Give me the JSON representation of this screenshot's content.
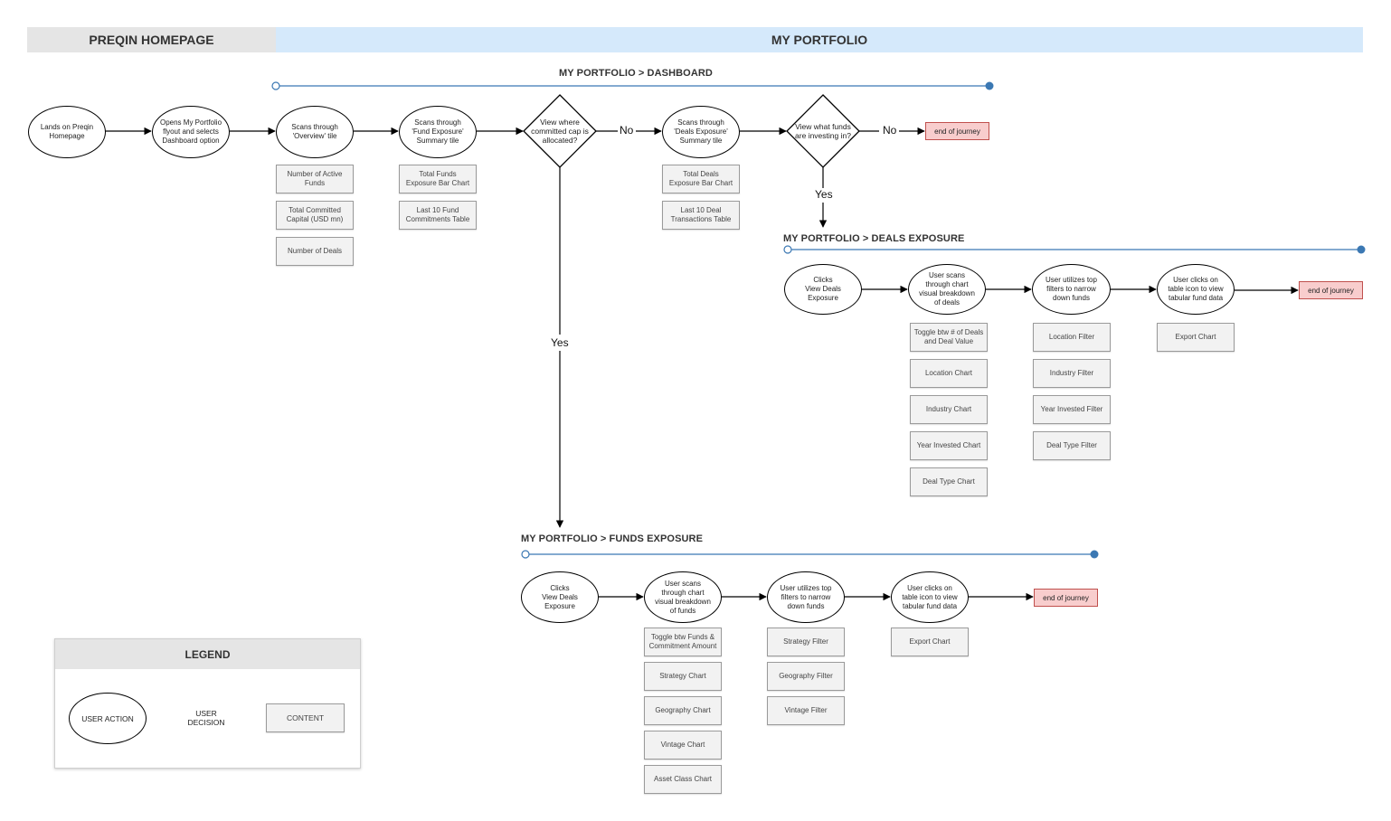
{
  "headers": {
    "left": "PREQIN HOMEPAGE",
    "right": "MY PORTFOLIO"
  },
  "sections": {
    "dashboard": "MY PORTFOLIO > DASHBOARD",
    "deals": "MY PORTFOLIO > DEALS EXPOSURE",
    "funds": "MY PORTFOLIO > FUNDS EXPOSURE"
  },
  "dashboard_flow": {
    "lands": "Lands on Preqin\nHomepage",
    "opens": "Opens My Portfolio\nflyout and selects\nDashboard option",
    "overview": "Scans through\n'Overview' tile",
    "fund_exposure": "Scans through\n'Fund Exposure'\nSummary tile",
    "decision_committed": "View where\ncommitted cap is\nallocated?",
    "deals_exposure": "Scans through\n'Deals Exposure'\nSummary tile",
    "decision_funds": "View what funds\nare investing in?",
    "no_1": "No",
    "no_2": "No",
    "yes_1": "Yes",
    "yes_2": "Yes",
    "end": "end of journey",
    "overview_content": [
      "Number of Active\nFunds",
      "Total Committed\nCapital (USD mn)",
      "Number of Deals"
    ],
    "fund_exposure_content": [
      "Total Funds\nExposure Bar Chart",
      "Last 10 Fund\nCommitments Table"
    ],
    "deals_exposure_content": [
      "Total Deals\nExposure Bar Chart",
      "Last 10 Deal\nTransactions Table"
    ]
  },
  "deals_flow": {
    "clicks": "Clicks\nView Deals\nExposure",
    "scans": "User scans\nthrough chart\nvisual breakdown\nof deals",
    "filters": "User utilizes top\nfilters to narrow\ndown funds",
    "table": "User clicks on\ntable icon to view\ntabular fund data",
    "end": "end of journey",
    "scans_content": [
      "Toggle btw # of Deals\nand Deal Value",
      "Location Chart",
      "Industry Chart",
      "Year Invested Chart",
      "Deal Type Chart"
    ],
    "filters_content": [
      "Location Filter",
      "Industry Filter",
      "Year Invested Filter",
      "Deal Type Filter"
    ],
    "table_content": [
      "Export Chart"
    ]
  },
  "funds_flow": {
    "clicks": "Clicks\nView Deals\nExposure",
    "scans": "User scans\nthrough chart\nvisual breakdown\nof funds",
    "filters": "User utilizes top\nfilters to narrow\ndown funds",
    "table": "User clicks on\ntable icon to view\ntabular fund data",
    "end": "end of journey",
    "scans_content": [
      "Toggle btw Funds &\nCommitment Amount",
      "Strategy Chart",
      "Geography Chart",
      "Vintage Chart",
      "Asset Class Chart"
    ],
    "filters_content": [
      "Strategy Filter",
      "Geography Filter",
      "Vintage Filter"
    ],
    "table_content": [
      "Export Chart"
    ]
  },
  "legend": {
    "title": "LEGEND",
    "user_action": "USER ACTION",
    "user_decision": "USER\nDECISION",
    "content": "CONTENT"
  },
  "colors": {
    "timeline": "#3b78b3",
    "header_left_bg": "#e5e5e5",
    "header_right_bg": "#d5e9fb",
    "end_fill": "#f8cdcd",
    "end_border": "#c0504d",
    "content_fill": "#f2f2f2"
  }
}
